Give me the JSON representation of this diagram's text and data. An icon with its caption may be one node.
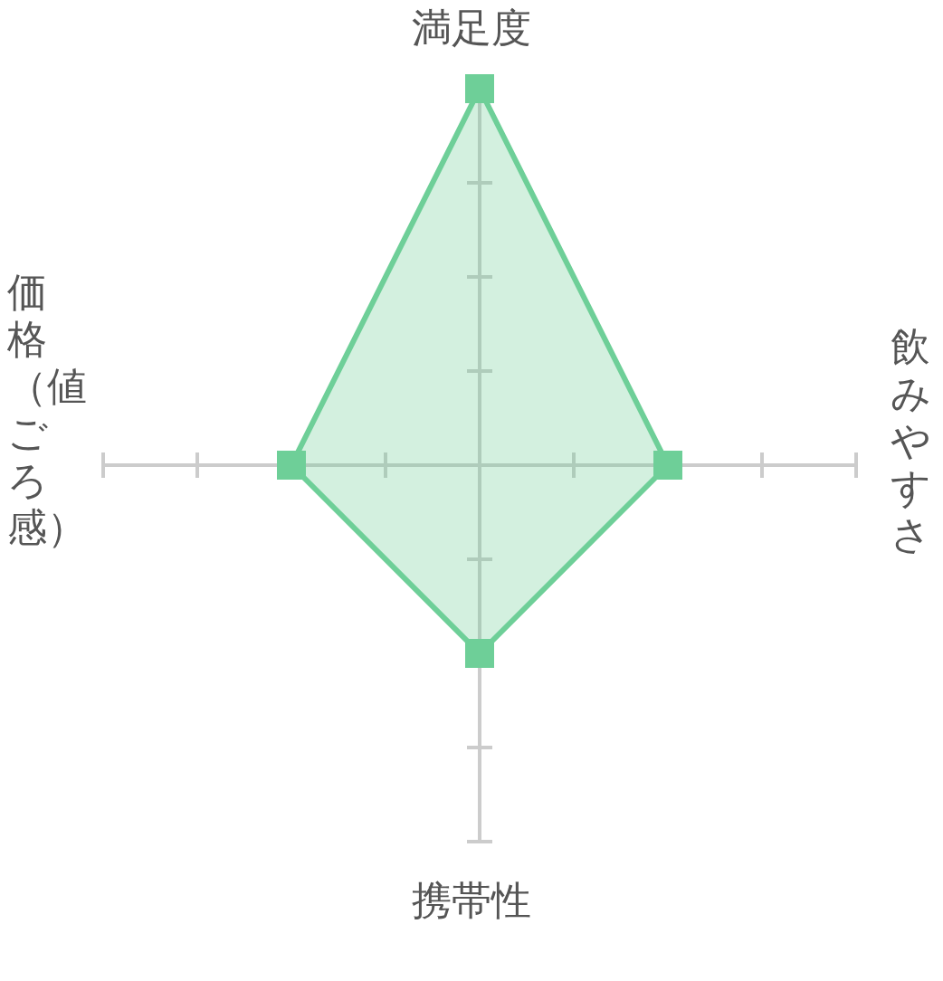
{
  "diagram": {
    "labels": [
      "満足度",
      "飲みやすさ",
      "携帯性",
      "価格（値ごろ感）"
    ]
  }
}
